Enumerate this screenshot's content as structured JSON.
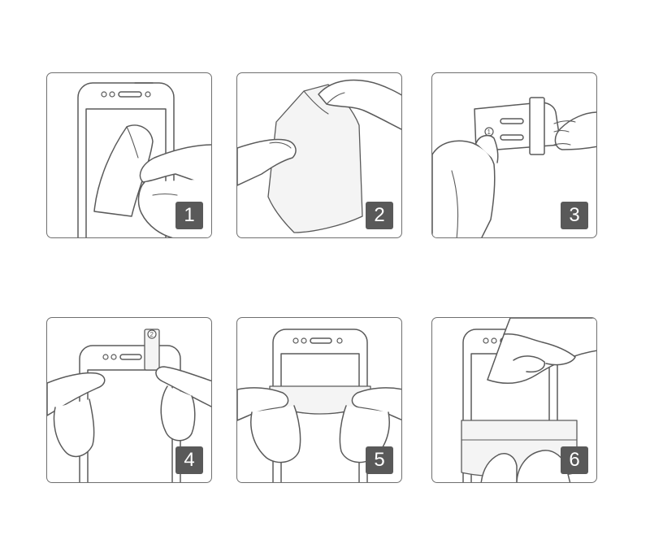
{
  "steps": [
    {
      "number": "1"
    },
    {
      "number": "2"
    },
    {
      "number": "3"
    },
    {
      "number": "4"
    },
    {
      "number": "5"
    },
    {
      "number": "6"
    }
  ],
  "sticker_labels": {
    "step3": "1",
    "step4": "2"
  },
  "colors": {
    "line": "#5a5a5a",
    "badge": "#595959",
    "border": "#6f6f6f"
  }
}
